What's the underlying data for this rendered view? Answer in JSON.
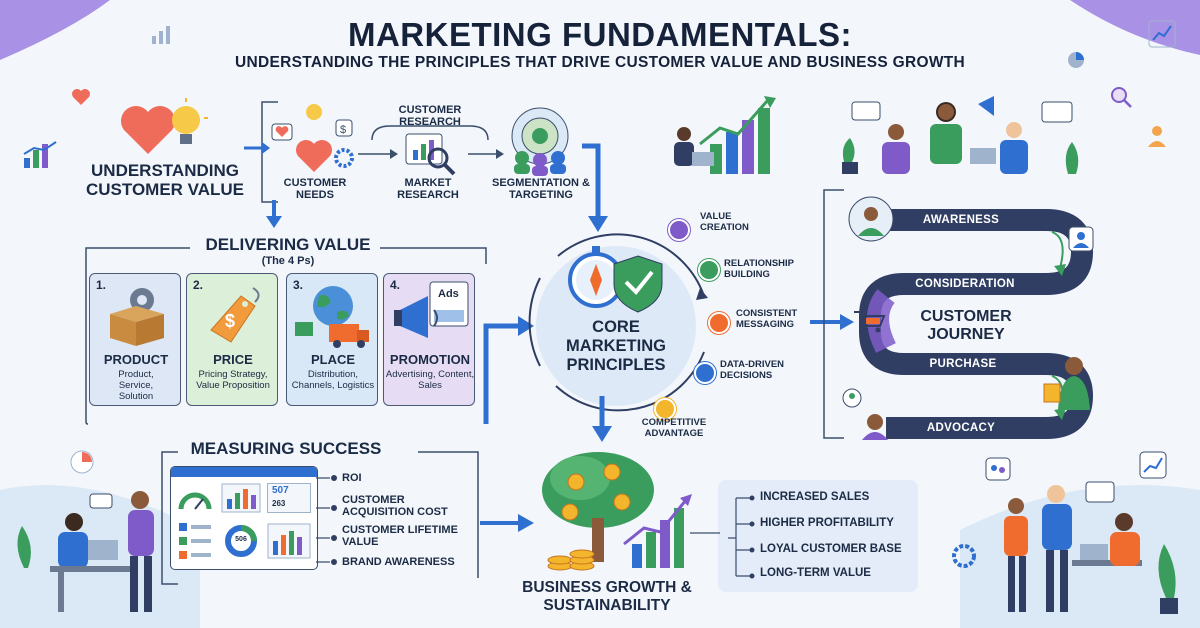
{
  "header": {
    "title": "MARKETING FUNDAMENTALS:",
    "subtitle": "UNDERSTANDING THE PRINCIPLES THAT DRIVE CUSTOMER VALUE AND BUSINESS GROWTH"
  },
  "understanding": {
    "title": "UNDERSTANDING CUSTOMER VALUE",
    "steps": [
      {
        "label": "CUSTOMER NEEDS"
      },
      {
        "label": "CUSTOMER RESEARCH"
      },
      {
        "label": "MARKET RESEARCH"
      },
      {
        "label": "SEGMENTATION & TARGETING"
      }
    ]
  },
  "delivering": {
    "title": "DELIVERING VALUE",
    "subtitle": "(The 4 Ps)",
    "cards": [
      {
        "num": "1.",
        "title": "PRODUCT",
        "desc": "Product, Service, Solution",
        "color": "#dde7f5"
      },
      {
        "num": "2.",
        "title": "PRICE",
        "desc": "Pricing Strategy, Value Proposition",
        "color": "#dcefd8"
      },
      {
        "num": "3.",
        "title": "PLACE",
        "desc": "Distribution, Channels, Logistics",
        "color": "#d9e8f7"
      },
      {
        "num": "4.",
        "title": "PROMOTION",
        "desc": "Advertising, Content, Sales",
        "color": "#e6ddf4"
      }
    ],
    "ads_label": "Ads"
  },
  "core": {
    "title": "CORE MARKETING PRINCIPLES",
    "principles": [
      {
        "label": "VALUE CREATION",
        "color": "#7e5bc8"
      },
      {
        "label": "RELATIONSHIP BUILDING",
        "color": "#3a9d5d"
      },
      {
        "label": "CONSISTENT MESSAGING",
        "color": "#ef6b2e"
      },
      {
        "label": "DATA-DRIVEN DECISIONS",
        "color": "#2f6fd0"
      },
      {
        "label": "COMPETITIVE ADVANTAGE",
        "color": "#f2b52b"
      }
    ]
  },
  "journey": {
    "title": "CUSTOMER JOURNEY",
    "stages": [
      "AWARENESS",
      "CONSIDERATION",
      "PURCHASE",
      "ADVOCACY"
    ]
  },
  "measuring": {
    "title": "MEASURING SUCCESS",
    "metrics": [
      "ROI",
      "CUSTOMER ACQUISITION COST",
      "CUSTOMER LIFETIME VALUE",
      "BRAND AWARENESS"
    ],
    "dashboard_values": [
      "507",
      "263",
      "506"
    ]
  },
  "growth": {
    "title": "BUSINESS GROWTH & SUSTAINABILITY",
    "outcomes": [
      "INCREASED SALES",
      "HIGHER PROFITABILITY",
      "LOYAL CUSTOMER BASE",
      "LONG-TERM VALUE"
    ]
  },
  "colors": {
    "navy": "#2f3e62",
    "blue_arrow": "#2f6fd0",
    "purple": "#7e5bc8",
    "green": "#3a9d5d",
    "orange": "#ef6b2e",
    "yellow": "#f2b52b"
  }
}
